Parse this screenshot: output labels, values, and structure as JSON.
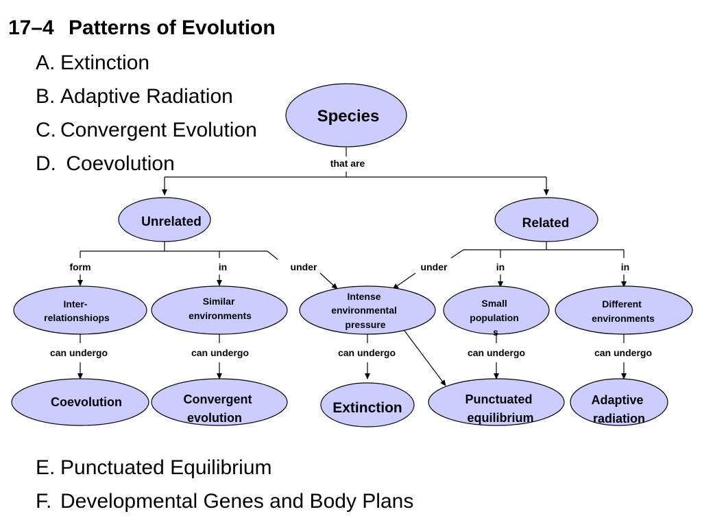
{
  "heading": {
    "number": "17–4",
    "title": "Patterns of Evolution"
  },
  "outline_top": [
    {
      "letter": "A.",
      "text": "Extinction"
    },
    {
      "letter": "B.",
      "text": "Adaptive Radiation"
    },
    {
      "letter": "C.",
      "text": "Convergent Evolution"
    },
    {
      "letter": "D.",
      "text": " Coevolution"
    }
  ],
  "outline_bottom": [
    {
      "letter": "E.",
      "text": "Punctuated Equilibrium"
    },
    {
      "letter": "F.",
      "text": "Developmental Genes and Body Plans"
    }
  ],
  "diagram": {
    "root": "Species",
    "root_link": "that are",
    "unrelated": "Unrelated",
    "related": "Related",
    "links": {
      "form": "form",
      "in_similar": "in",
      "under_left": "under",
      "under_right": "under",
      "in_small": "in",
      "in_different": "in",
      "can_undergo": "can undergo"
    },
    "conditions": {
      "interrelationships": [
        "Inter-",
        "relationshiops"
      ],
      "similar": [
        "Similar",
        "environments"
      ],
      "intense": [
        "Intense",
        "environmental",
        "pressure"
      ],
      "small": [
        "Small",
        "population",
        "s"
      ],
      "different": [
        "Different",
        "environments"
      ]
    },
    "outcomes": {
      "coevolution": [
        "Coevolution"
      ],
      "convergent": [
        "Convergent",
        "evolution"
      ],
      "extinction": [
        "Extinction"
      ],
      "punctuated": [
        "Punctuated",
        "equilibrium"
      ],
      "adaptive": [
        "Adaptive",
        "radiation"
      ]
    },
    "colors": {
      "node_fill": "#ccccff",
      "stroke": "#000000"
    }
  }
}
